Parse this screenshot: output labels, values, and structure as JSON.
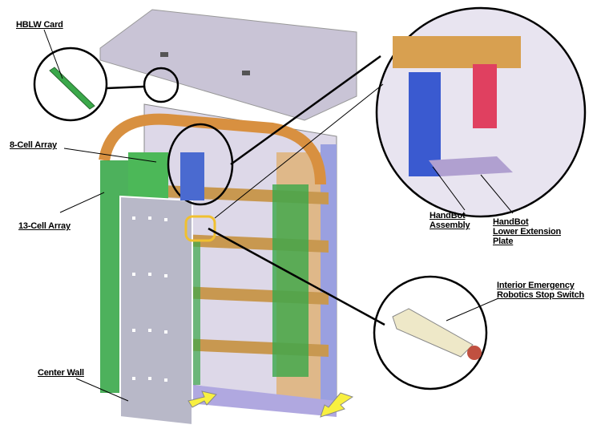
{
  "labels": {
    "hblw_card": "HBLW Card",
    "eight_cell_array": "8-Cell Array",
    "thirteen_cell_array": "13-Cell Array",
    "center_wall": "Center Wall",
    "handbot_assembly": [
      "HandBot",
      "Assembly"
    ],
    "handbot_lower_extension_plate": [
      "HandBot",
      "Lower Extension",
      "Plate"
    ],
    "interior_emergency_stop": [
      "Interior Emergency",
      "Robotics Stop Switch"
    ]
  },
  "colors": {
    "cell_green": "#3aa84a",
    "frame_orange": "#e8a040",
    "frame_blue": "#5a6ad0",
    "wall_gray": "#b8b8c8",
    "highlight_yellow": "#f0c030",
    "arrow_yellow": "#f8f040"
  }
}
